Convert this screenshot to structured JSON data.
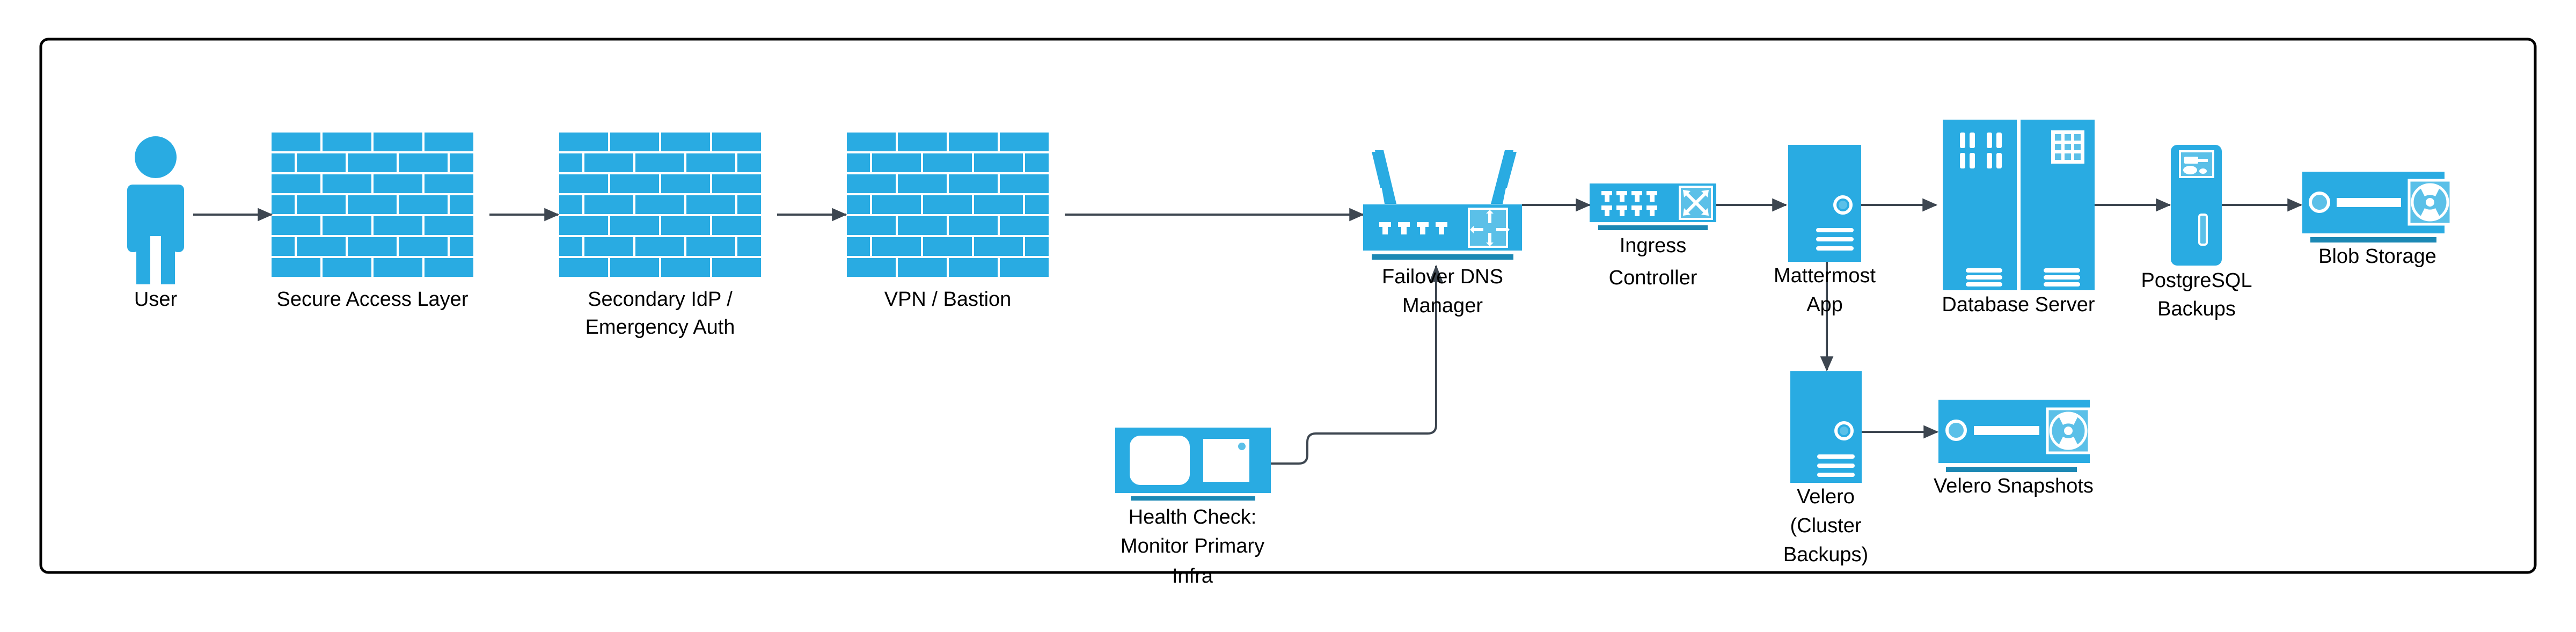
{
  "diagram": {
    "title": "Secure Access and Failover Infrastructure Architecture",
    "type": "network-architecture-flow",
    "colors": {
      "node_fill": "#29ABE2",
      "node_fill_light": "#5BC0E8",
      "node_detail": "#FFFFFF",
      "node_underline": "#1C88B4",
      "connector": "#3D4650",
      "container_border": "#000000",
      "label_text": "#000000",
      "background": "#FFFFFF"
    },
    "container": {
      "name": "diagram-boundary",
      "border_width": 4,
      "corner_radius": 14
    },
    "nodes": [
      {
        "id": "user",
        "icon": "user-person-icon",
        "label_lines": [
          "User"
        ],
        "shape": "person"
      },
      {
        "id": "secure-access-layer",
        "icon": "firewall-brick-wall-icon",
        "label_lines": [
          "Secure Access Layer"
        ],
        "shape": "brick-wall"
      },
      {
        "id": "secondary-idp",
        "icon": "firewall-brick-wall-icon",
        "label_lines": [
          "Secondary IdP /",
          "Emergency Auth"
        ],
        "shape": "brick-wall"
      },
      {
        "id": "vpn-bastion",
        "icon": "firewall-brick-wall-icon",
        "label_lines": [
          "VPN / Bastion"
        ],
        "shape": "brick-wall"
      },
      {
        "id": "failover-dns-manager",
        "icon": "wireless-router-icon",
        "label_lines": [
          "Failover DNS",
          "Manager"
        ],
        "shape": "router"
      },
      {
        "id": "ingress-controller",
        "icon": "network-switch-icon",
        "label_lines": [
          "Ingress",
          "Controller"
        ],
        "shape": "switch"
      },
      {
        "id": "mattermost-app",
        "icon": "server-tower-icon",
        "label_lines": [
          "Mattermost",
          "App"
        ],
        "shape": "server"
      },
      {
        "id": "database-server",
        "icon": "database-server-rack-icon",
        "label_lines": [
          "Database Server"
        ],
        "shape": "dual-server"
      },
      {
        "id": "postgresql-backups",
        "icon": "backup-appliance-icon",
        "label_lines": [
          "PostgreSQL",
          "Backups"
        ],
        "shape": "backup-tower"
      },
      {
        "id": "blob-storage",
        "icon": "storage-array-icon",
        "label_lines": [
          "Blob Storage"
        ],
        "shape": "storage"
      },
      {
        "id": "health-check",
        "icon": "monitor-device-icon",
        "label_lines": [
          "Health Check:",
          "Monitor Primary",
          "Infra"
        ],
        "shape": "monitor"
      },
      {
        "id": "velero",
        "icon": "server-tower-icon",
        "label_lines": [
          "Velero",
          "(Cluster",
          "Backups)"
        ],
        "shape": "server"
      },
      {
        "id": "velero-snapshots",
        "icon": "storage-array-icon",
        "label_lines": [
          "Velero Snapshots"
        ],
        "shape": "storage"
      }
    ],
    "edges": [
      {
        "from": "user",
        "to": "secure-access-layer",
        "style": "straight-arrow"
      },
      {
        "from": "secure-access-layer",
        "to": "secondary-idp",
        "style": "straight-arrow"
      },
      {
        "from": "secondary-idp",
        "to": "vpn-bastion",
        "style": "straight-arrow"
      },
      {
        "from": "vpn-bastion",
        "to": "failover-dns-manager",
        "style": "straight-arrow"
      },
      {
        "from": "failover-dns-manager",
        "to": "ingress-controller",
        "style": "straight-arrow"
      },
      {
        "from": "ingress-controller",
        "to": "mattermost-app",
        "style": "straight-arrow"
      },
      {
        "from": "mattermost-app",
        "to": "database-server",
        "style": "straight-arrow"
      },
      {
        "from": "database-server",
        "to": "postgresql-backups",
        "style": "straight-arrow"
      },
      {
        "from": "postgresql-backups",
        "to": "blob-storage",
        "style": "straight-arrow"
      },
      {
        "from": "health-check",
        "to": "failover-dns-manager",
        "style": "elbow-arrow"
      },
      {
        "from": "mattermost-app",
        "to": "velero",
        "style": "vertical-arrow"
      },
      {
        "from": "velero",
        "to": "velero-snapshots",
        "style": "straight-arrow"
      }
    ]
  }
}
